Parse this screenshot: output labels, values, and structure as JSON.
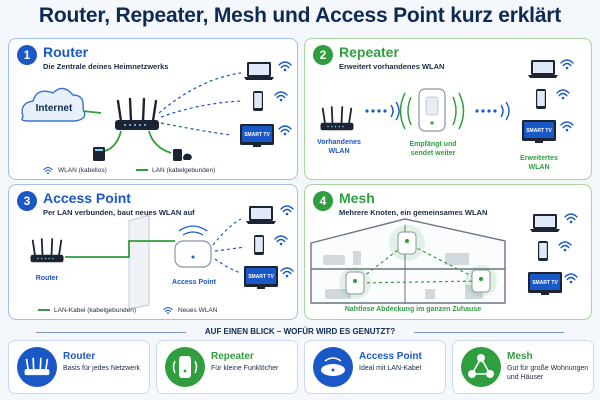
{
  "title": "Router, Repeater, Mesh und Access Point kurz erklärt",
  "panels": {
    "router": {
      "number": "1",
      "title": "Router",
      "subtitle": "Die Zentrale deines Heimnetzwerks",
      "internet_label": "Internet",
      "tv_label": "SMART TV",
      "legend_wlan": "WLAN (kabellos)",
      "legend_lan": "LAN (kabelgebunden)"
    },
    "repeater": {
      "number": "2",
      "title": "Repeater",
      "subtitle": "Erweitert vorhandenes WLAN",
      "left_label": "Vorhandenes WLAN",
      "middle_label": "Empfängt und sendet weiter",
      "right_label": "Erweitertes WLAN",
      "tv_label": "SMART TV"
    },
    "access_point": {
      "number": "3",
      "title": "Access Point",
      "subtitle": "Per LAN verbunden, baut neues WLAN auf",
      "router_label": "Router",
      "ap_label": "Access Point",
      "tv_label": "SMART TV",
      "legend_lan": "LAN-Kabel (kabelgebunden)",
      "legend_wlan": "Neues WLAN"
    },
    "mesh": {
      "number": "4",
      "title": "Mesh",
      "subtitle": "Mehrere Knoten, ein gemeinsames WLAN",
      "footer": "Nahtlose Abdeckung im ganzen Zuhause",
      "tv_label": "SMART TV"
    }
  },
  "glance": {
    "heading": "AUF EINEN BLICK – WOFÜR WIRD ES GENUTZT?",
    "cards": [
      {
        "name": "Router",
        "desc": "Basis für jedes Netzwerk",
        "color": "#1a58c7",
        "icon": "router-icon"
      },
      {
        "name": "Repeater",
        "desc": "Für kleine Funklöcher",
        "color": "#2f9e3f",
        "icon": "repeater-icon"
      },
      {
        "name": "Access Point",
        "desc": "Ideal mit LAN-Kabel",
        "color": "#1a58c7",
        "icon": "access-point-icon"
      },
      {
        "name": "Mesh",
        "desc": "Gut für große Wohnungen und Häuser",
        "color": "#2f9e3f",
        "icon": "mesh-icon"
      }
    ]
  },
  "colors": {
    "blue": "#1a58c7",
    "green": "#2f9e3f",
    "navy": "#0d2a55",
    "device": "#1c2333"
  }
}
